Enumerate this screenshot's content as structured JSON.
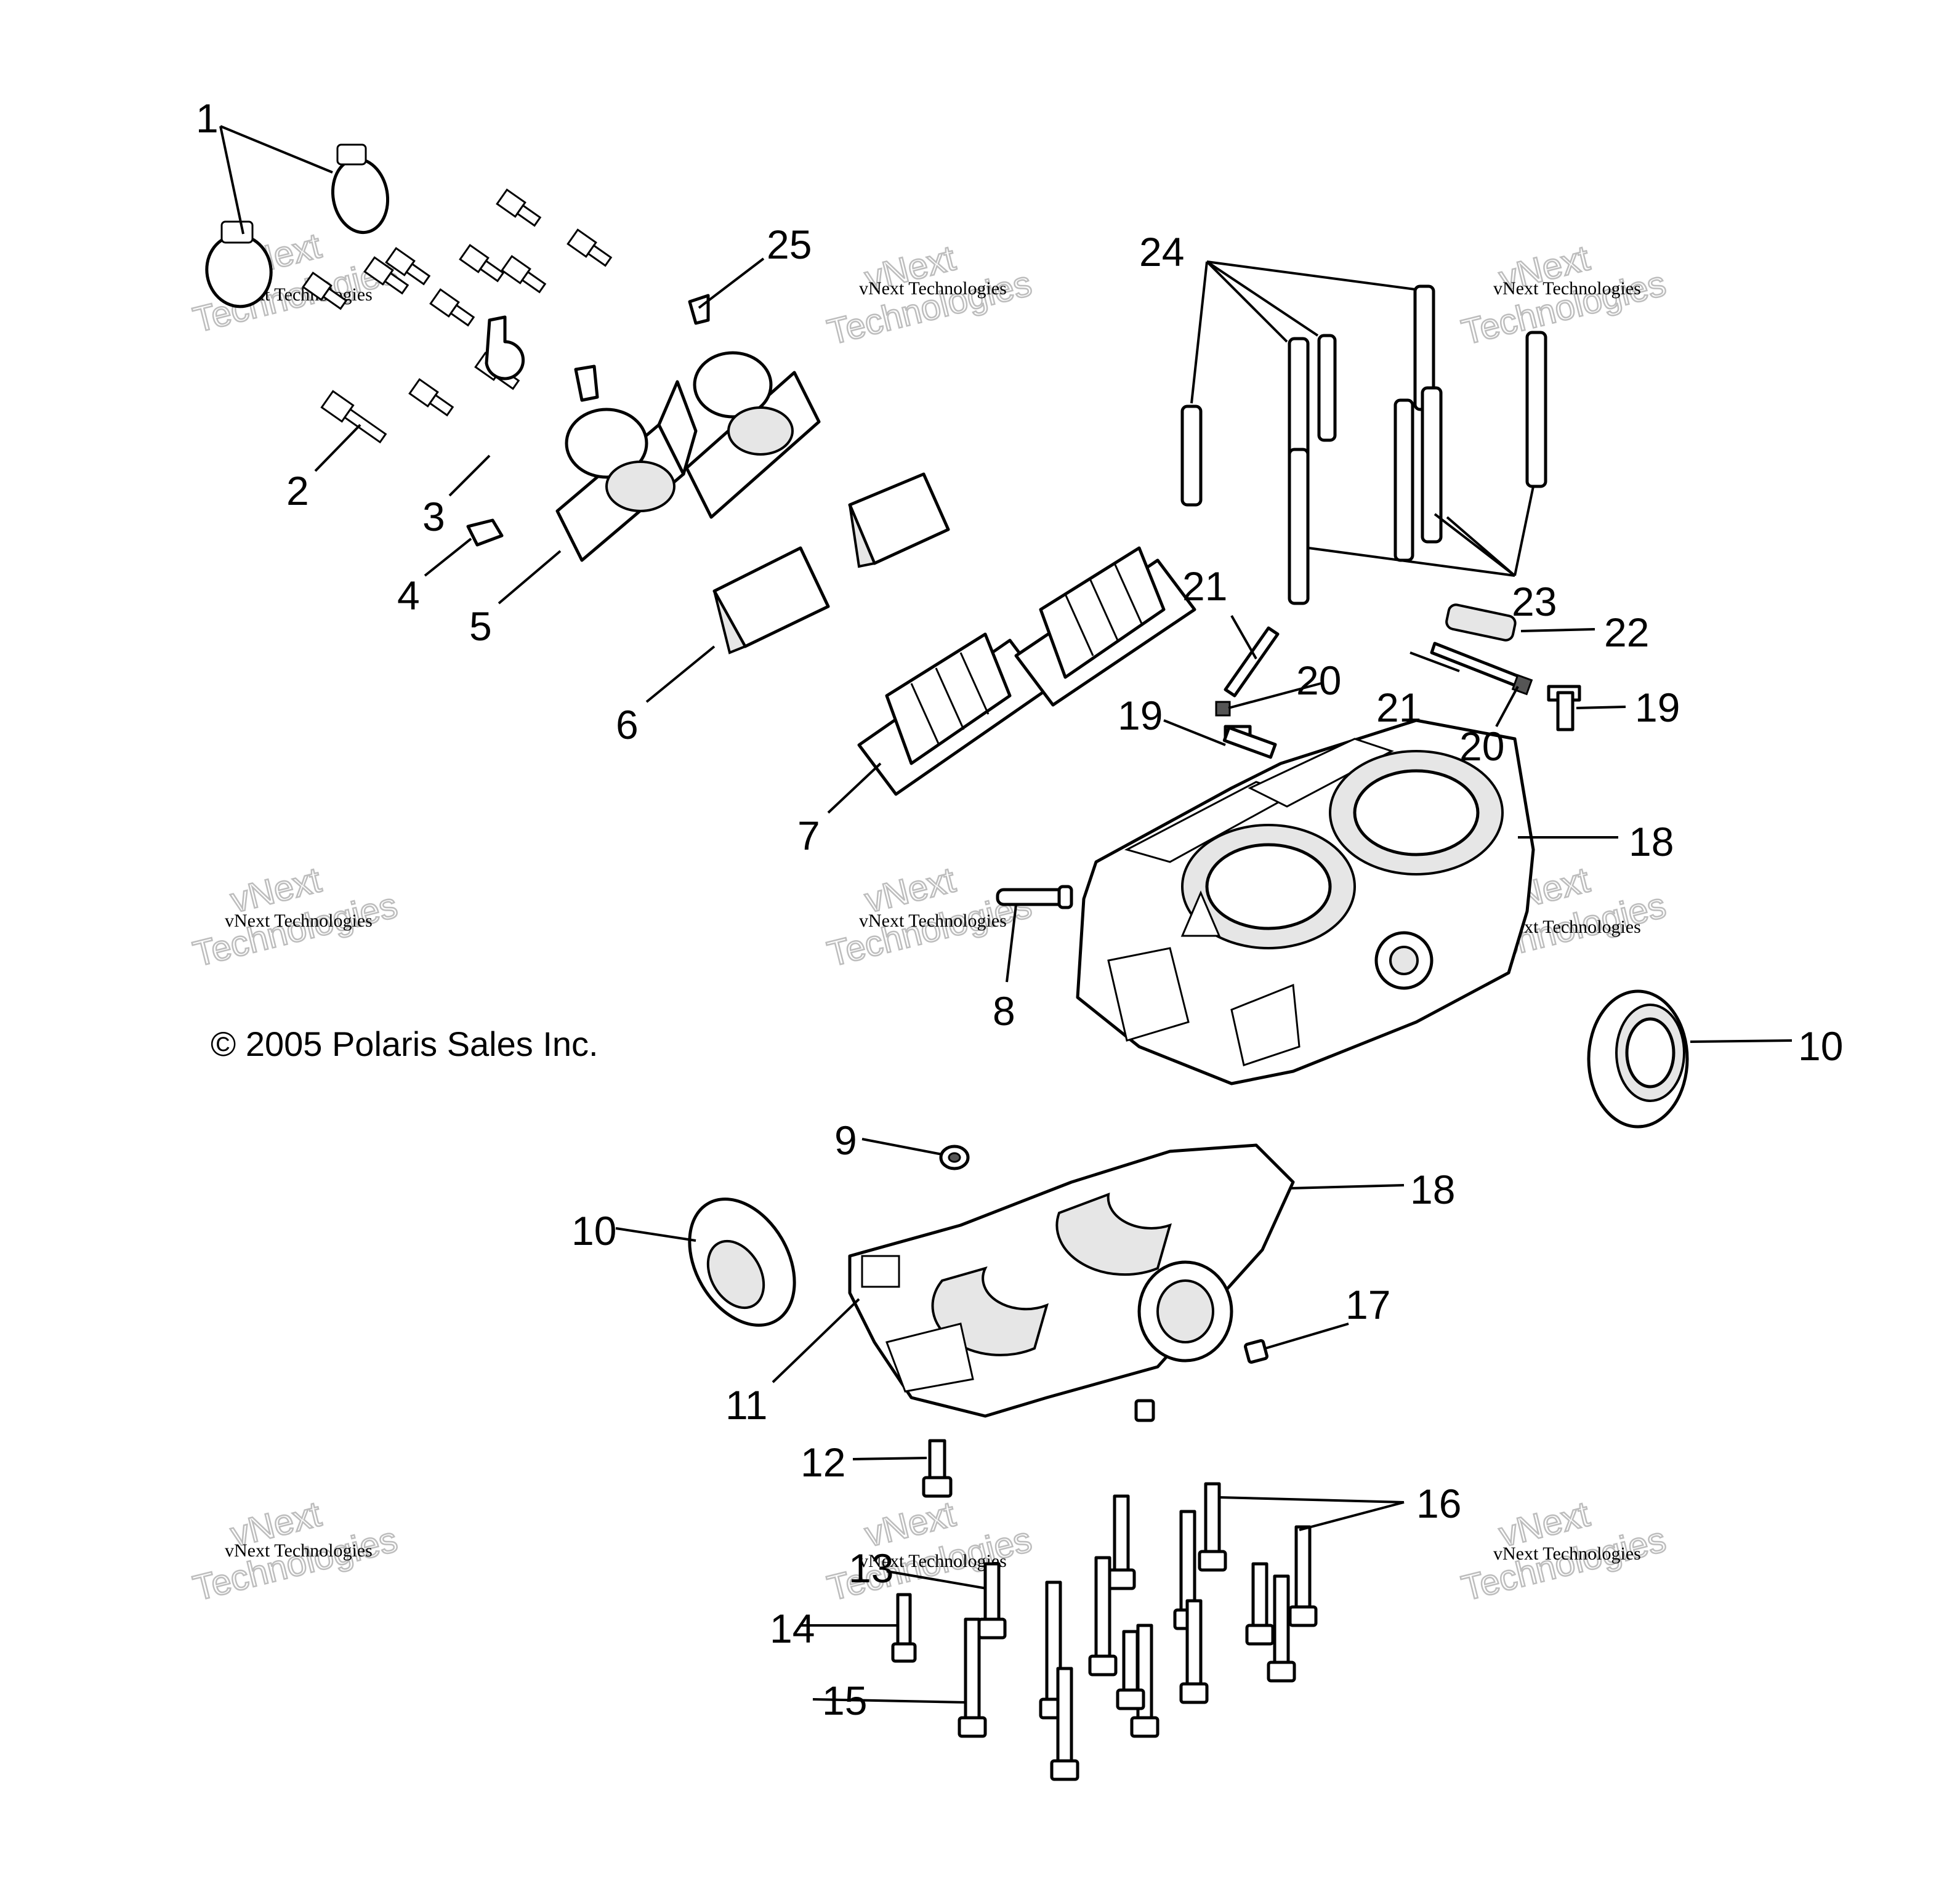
{
  "callouts": [
    "1",
    "2",
    "3",
    "4",
    "5",
    "6",
    "7",
    "8",
    "9",
    "10",
    "10",
    "11",
    "12",
    "13",
    "14",
    "15",
    "16",
    "17",
    "18",
    "18",
    "19",
    "19",
    "20",
    "20",
    "21",
    "21",
    "22",
    "23",
    "24",
    "25"
  ],
  "copyright": "© 2005 Polaris Sales Inc.",
  "watermark": {
    "line_small": "vNext Technologies",
    "line_big_1": "vNext",
    "line_big_2": "Technologies"
  }
}
